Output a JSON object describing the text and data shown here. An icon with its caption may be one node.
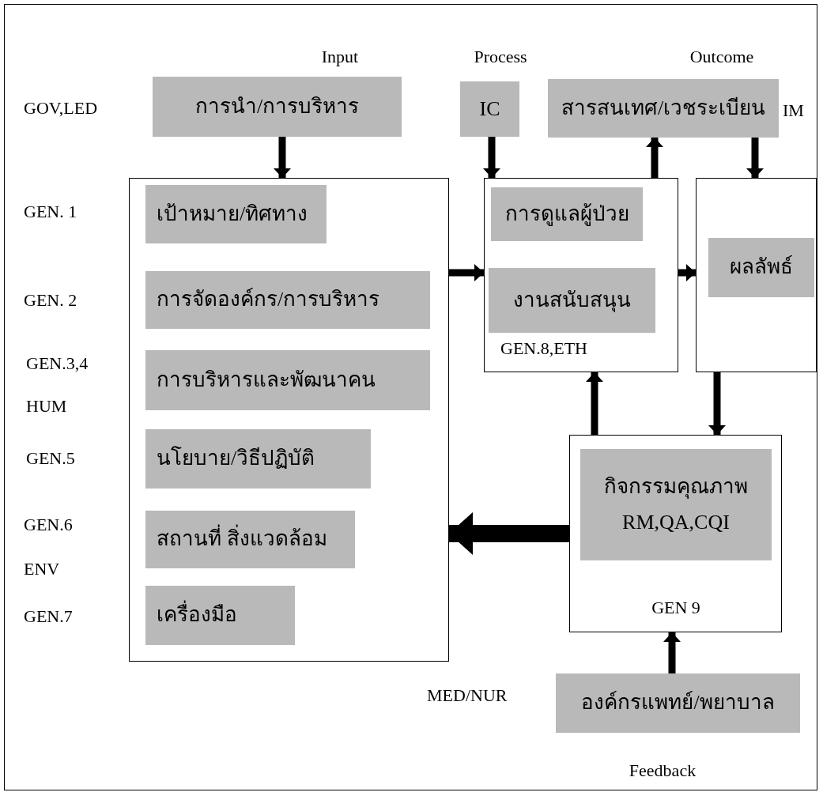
{
  "diagram": {
    "nodes": [
      {
        "text": [
          "การนำ/การบริหาร"
        ]
      },
      {
        "text": [
          "IC"
        ]
      },
      {
        "text": [
          "สารสนเทศ/เวชระเบียน"
        ]
      },
      {
        "text": [],
        "shape": "box"
      },
      {
        "text": [
          "เป้าหมาย/ทิศทาง"
        ],
        "in": 3
      },
      {
        "text": [
          "การจัดองค์กร/การบริหาร"
        ],
        "in": 3
      },
      {
        "text": [
          "การบริหารและพัฒนาคน"
        ],
        "in": 3
      },
      {
        "text": [
          "นโยบาย/วิธีปฏิบัติ"
        ],
        "in": 3
      },
      {
        "text": [
          "สถานที่ สิ่งแวดล้อม"
        ],
        "in": 3
      },
      {
        "text": [
          "เครื่องมือ"
        ],
        "in": 3
      },
      {
        "text": [
          "GEN.8,ETH"
        ]
      },
      {
        "text": [
          "การดูแลผู้ป่วย"
        ],
        "in": 10
      },
      {
        "text": [
          "งานสนับสนุน"
        ],
        "in": 10
      },
      {
        "text": [],
        "shape": "box"
      },
      {
        "text": [
          "ผลลัพธ์"
        ],
        "in": 13
      },
      {
        "text": [
          "GEN 9"
        ]
      },
      {
        "text": [
          "กิจกรรมคุณภาพ RM,QA,CQI"
        ],
        "in": 15
      },
      {
        "text": [
          "องค์กรแพทย์/พยาบาล"
        ]
      }
    ],
    "edges": [
      {
        "from": 0,
        "to": 3,
        "arrow": "to"
      },
      {
        "from": 1,
        "to": 10,
        "arrow": "to"
      },
      {
        "from": 10,
        "to": 2,
        "arrow": "to"
      },
      {
        "from": 2,
        "to": 13,
        "arrow": "to"
      },
      {
        "from": 3,
        "to": 10,
        "arrow": "to"
      },
      {
        "from": 10,
        "to": 13,
        "arrow": "to"
      },
      {
        "from": 13,
        "to": 15,
        "arrow": "to"
      },
      {
        "from": 15,
        "to": 10,
        "arrow": "to"
      },
      {
        "from": 15,
        "to": 3,
        "arrow": "to",
        "style": "thick"
      },
      {
        "from": 17,
        "to": 15,
        "arrow": "to"
      }
    ],
    "labels": [
      "Input",
      "Process",
      "Outcome",
      "GOV,LED",
      "IM",
      "GEN. 1",
      "GEN. 2",
      "GEN.3,4",
      "HUM",
      "GEN.5",
      "GEN.6",
      "ENV",
      "GEN.7",
      "MED/NUR",
      "Feedback"
    ]
  }
}
